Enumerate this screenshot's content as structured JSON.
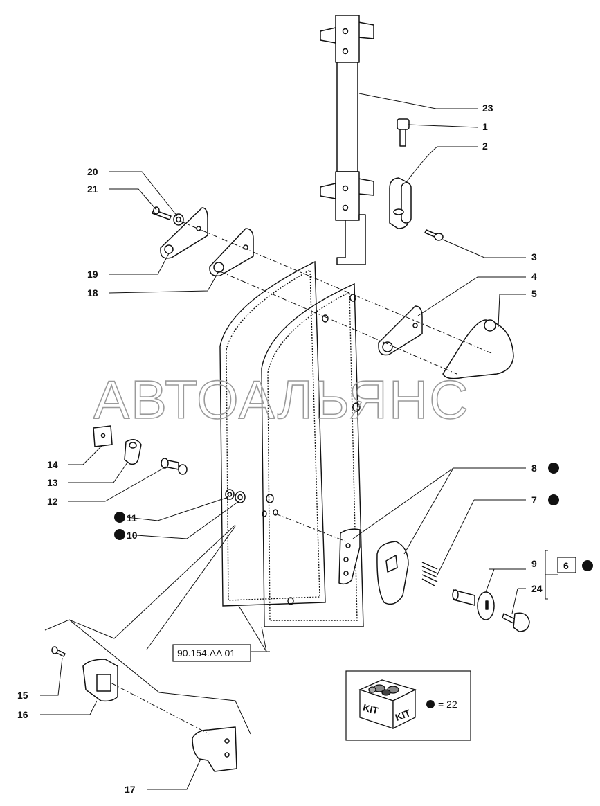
{
  "watermark": "АВТОАЛЬЯНС",
  "reference_code": "90.154.AA 01",
  "kit": {
    "word": "KIT",
    "note": "= 22"
  },
  "callouts": {
    "c1": "1",
    "c2": "2",
    "c3": "3",
    "c4": "4",
    "c5": "5",
    "c6": "6",
    "c7": "7",
    "c8": "8",
    "c9": "9",
    "c10": "10",
    "c11": "11",
    "c12": "12",
    "c13": "13",
    "c14": "14",
    "c15": "15",
    "c16": "16",
    "c17": "17",
    "c18": "18",
    "c19": "19",
    "c20": "20",
    "c21": "21",
    "c23": "23",
    "c24": "24"
  }
}
